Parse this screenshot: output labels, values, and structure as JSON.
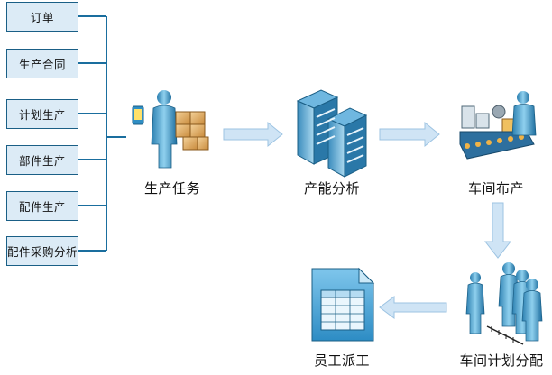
{
  "inputs": [
    "订单",
    "生产合同",
    "计划生产",
    "部件生产",
    "配件生产",
    "配件采购分析"
  ],
  "nodes": {
    "task": "生产任务",
    "capacity": "产能分析",
    "workshop_layout": "车间布产",
    "workshop_plan": "车间计划分配",
    "dispatch": "员工派工"
  },
  "colors": {
    "line": "#1a6e9e",
    "box_fill": "#dcebf6",
    "box_border": "#1a5f86",
    "arrow_fill": "#cfe4f5",
    "arrow_stroke": "#9cc3e2"
  }
}
